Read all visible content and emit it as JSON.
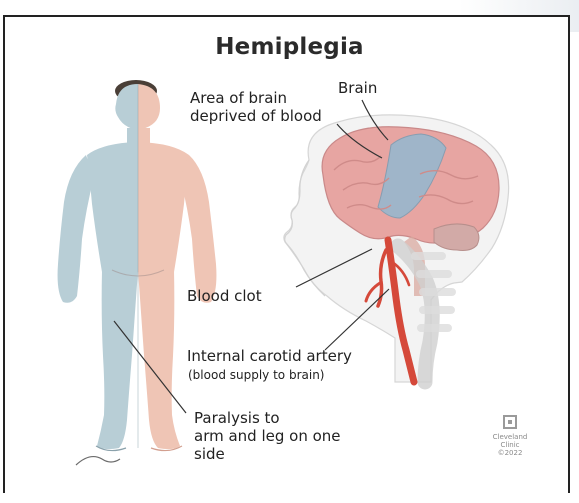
{
  "title": "Hemiplegia",
  "labels": {
    "area_deprived": [
      "Area of brain",
      "deprived of blood"
    ],
    "brain": "Brain",
    "blood_clot": "Blood clot",
    "internal_carotid": "Internal carotid artery",
    "internal_carotid_note": "(blood supply to brain)",
    "paralysis": [
      "Paralysis to",
      "arm and leg on one side"
    ]
  },
  "logo": {
    "name": [
      "Cleveland",
      "Clinic"
    ],
    "year": "©2022"
  },
  "icons": {
    "figure": "human-figure-icon",
    "brain": "brain-head-icon",
    "logo": "cleveland-clinic-logo-icon"
  },
  "colors": {
    "paralyzed_side": "#b9cfd8",
    "healthy_side": "#f0c7b7",
    "brain": "#e7a4a0",
    "deprived_area": "#9db3c8",
    "artery": "#d24a3a",
    "frame": "#222222"
  }
}
